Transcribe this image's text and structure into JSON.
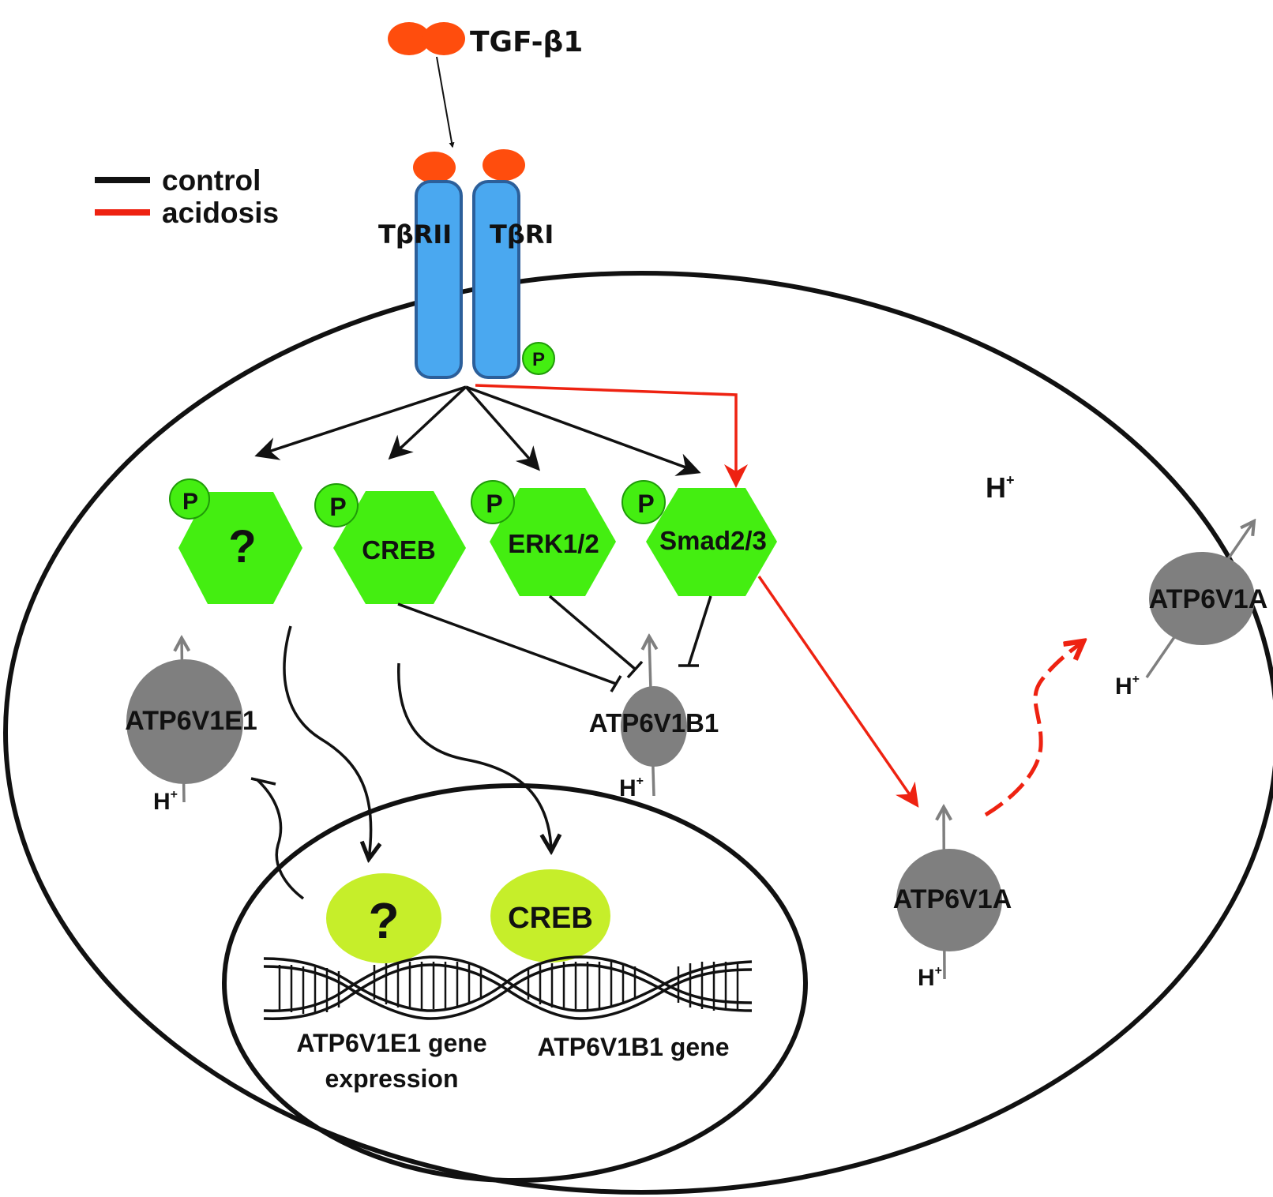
{
  "ligand": {
    "label": "TGF-β1",
    "color": "#ff4d0d"
  },
  "legend": [
    {
      "label": "control",
      "color": "#111111"
    },
    {
      "label": "acidosis",
      "color": "#ee2211"
    }
  ],
  "receptors": [
    {
      "label": "TβRII",
      "color": "#4aa8f0"
    },
    {
      "label": "TβRI",
      "color": "#4aa8f0"
    }
  ],
  "phospho_label": "P",
  "kinases": [
    {
      "label": "?"
    },
    {
      "label": "CREB"
    },
    {
      "label": "ERK1/2"
    },
    {
      "label": "Smad2/3"
    }
  ],
  "pumps": {
    "e1": "ATP6V1E1",
    "b1": "ATP6V1B1",
    "a_cytosol": "ATP6V1A",
    "a_membrane": "ATP6V1A"
  },
  "proton": {
    "base": "H",
    "sup": "+"
  },
  "nucleus": {
    "factor_unknown": "?",
    "factor_creb": "CREB",
    "gene_e1_line1": "ATP6V1E1 gene",
    "gene_e1_line2": "expression",
    "gene_b1": "ATP6V1B1 gene"
  },
  "colors": {
    "kinase_green": "#44ee11",
    "factor_green": "#c6ee2a",
    "pump_gray": "#7f7f7f",
    "acidosis_red": "#ee2211"
  }
}
